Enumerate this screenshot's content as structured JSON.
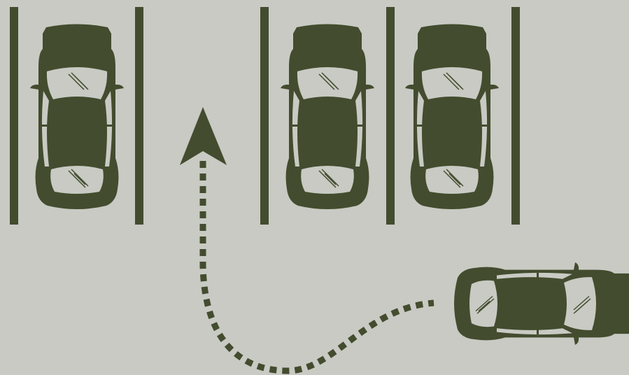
{
  "scene": {
    "description_free": true,
    "colors": {
      "background": "#c8cac3",
      "ink": "#434c2e",
      "glass": "#c8cac3"
    },
    "parking_lines": 5,
    "parked_cars": 3,
    "empty_spots": 1,
    "moving_cars": 1,
    "icons": [
      "car-top-view-icon",
      "arrow-up-icon",
      "dotted-path-icon",
      "parking-line-icon"
    ]
  }
}
